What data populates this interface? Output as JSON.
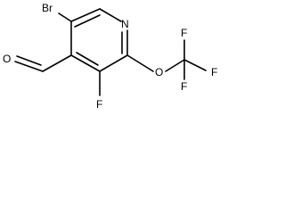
{
  "molecule": {
    "atoms": {
      "bromine": "Br",
      "nitrogen": "N",
      "aldehyde_oxygen": "O",
      "ether_oxygen": "O",
      "ring_fluorine": "F",
      "cf3_fluorine_top": "F",
      "cf3_fluorine_right": "F",
      "cf3_fluorine_bottom": "F"
    }
  },
  "colors": {
    "bond": "#000000",
    "label": "#000000",
    "background": "#ffffff"
  }
}
